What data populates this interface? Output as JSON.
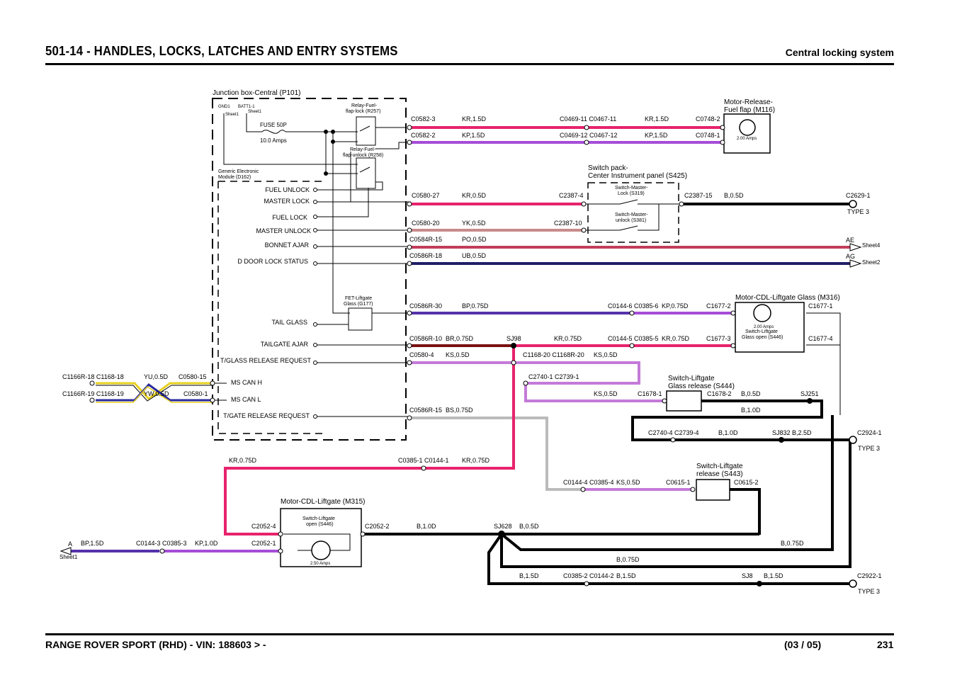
{
  "header": {
    "title": "501-14 - HANDLES, LOCKS, LATCHES AND ENTRY SYSTEMS",
    "subtitle": "Central locking system"
  },
  "footer": {
    "vehicle": "RANGE ROVER SPORT  (RHD) - VIN: 188603 > -",
    "revision": "(03 / 05)",
    "page": "231"
  },
  "colors": {
    "KR": "#e8226c",
    "KP": "#a64dd8",
    "K": "#000000",
    "YK": "#c98a8a",
    "PO": "#c23d5a",
    "UB": "#1f1f66",
    "BP": "#5533aa",
    "BR": "#7a1010",
    "KS": "#c47ad8",
    "B": "#000000",
    "BS": "#777777",
    "YU": "#e8d020",
    "YW": "#d8c040",
    "BLUE": "#2a2aa0"
  },
  "labels": {
    "junction_box": "Junction box-Central (P101)",
    "gnd1": "GND1",
    "batt": "BATT1-1",
    "sheet1a": "Sheet1",
    "sheet1b": "Sheet1",
    "fuse": "FUSE 50P",
    "fuse_amps": "10.0 Amps",
    "relay_lock_1": "Relay-Fuel-",
    "relay_lock_2": "flap-lock (R257)",
    "relay_unlock_1": "Relay-Fuel-",
    "relay_unlock_2": "flap-unlock (R258)",
    "gem_1": "Generic Electronic",
    "gem_2": "Module (D162)",
    "fuel_unlock": "FUEL UNLOCK",
    "master_lock": "MASTER LOCK",
    "fuel_lock": "FUEL LOCK",
    "master_unlock": "MASTER UNLOCK",
    "bonnet_ajar": "BONNET AJAR",
    "d_door": "D DOOR LOCK STATUS",
    "fet_1": "FET-Liftgate",
    "fet_2": "Glass (G177)",
    "tail_glass": "TAIL GLASS",
    "tailgate_ajar": "TAILGATE AJAR",
    "tglass_release": "T/GLASS RELEASE REQUEST",
    "ms_can_h": "MS CAN H",
    "ms_can_l": "MS CAN L",
    "tgate_release": "T/GATE RELEASE REQUEST",
    "motor_fuel_1": "Motor-Release-",
    "motor_fuel_2": "Fuel flap (M116)",
    "motor_fuel_amps": "2.00 Amps",
    "switch_pack_1": "Switch pack-",
    "switch_pack_2": "Center Instrument panel (S425)",
    "sw_master_lock_1": "Switch-Master-",
    "sw_master_lock_2": "Lock (S319)",
    "sw_master_unlock_1": "Switch-Master-",
    "sw_master_unlock_2": "unlock (S381)",
    "type3a": "TYPE 3",
    "type3b": "TYPE 3",
    "type3c": "TYPE 3",
    "ae": "AE",
    "ag": "AG",
    "sheet4": "Sheet4",
    "sheet2": "Sheet2",
    "motor_glass": "Motor-CDL-Liftgate Glass (M316)",
    "motor_glass_amps": "2.00 Amps",
    "sw_glass_open_1": "Switch-Liftgate",
    "sw_glass_open_2": "Glass open (S446)",
    "sw_glass_rel_1": "Switch-Liftgate",
    "sw_glass_rel_2": "Glass release (S444)",
    "sw_rel_1": "Switch-Liftgate",
    "sw_rel_2": "release (S443)",
    "motor_liftgate": "Motor-CDL-Liftgate (M315)",
    "sw_lg_open_1": "Switch-Liftgate",
    "sw_lg_open_2": "open (S446)",
    "motor_lg_amps": "2.50 Amps",
    "a": "A",
    "sheet1c": "Sheet1"
  },
  "wire_labels": {
    "c0582_3": "C0582-3",
    "kr15a": "KR,1.5D",
    "c0469_11": "C0469-11 C0467-11",
    "kr15b": "KR,1.5D",
    "c0748_2": "C0748-2",
    "c0582_2": "C0582-2",
    "kp15a": "KP,1.5D",
    "c0469_12": "C0469-12 C0467-12",
    "kp15b": "KP,1.5D",
    "c0748_1": "C0748-1",
    "c0580_27": "C0580-27",
    "kr05": "KR,0.5D",
    "c2387_4": "C2387-4",
    "c2387_15": "C2387-15",
    "b05a": "B,0.5D",
    "c2629_1": "C2629-1",
    "c0580_20": "C0580-20",
    "yk05": "YK,0.5D",
    "c2387_10": "C2387-10",
    "c0584r_15": "C0584R-15",
    "po05": "PO,0.5D",
    "c0586r_18": "C0586R-18",
    "ub05": "UB,0.5D",
    "c0586r_30": "C0586R-30",
    "bp075": "BP,0.75D",
    "c0144_6": "C0144-6 C0385-6",
    "kp075": "KP,0.75D",
    "c1677_2": "C1677-2",
    "c1677_1": "C1677-1",
    "c0586r_10": "C0586R-10",
    "br075": "BR,0.75D",
    "sj98": "SJ98",
    "kr075a": "KR,0.75D",
    "c0144_5": "C0144-5 C0385-5",
    "kr075b": "KR,0.75D",
    "c1677_3": "C1677-3",
    "c1677_4": "C1677-4",
    "c0580_4": "C0580-4",
    "ks05a": "KS,0.5D",
    "c1168_20": "C1168-20 C1168R-20",
    "ks05b": "KS,0.5D",
    "c2740_1": "C2740-1 C2739-1",
    "ks05c": "KS,0.5D",
    "c1678_1": "C1678-1",
    "c1678_2": "C1678-2",
    "b05b": "B,0.5D",
    "sj251": "SJ251",
    "b10a": "B,1.0D",
    "c2740_4": "C2740-4 C2739-4",
    "b10b": "B,1.0D",
    "sj832": "SJ832 B,2.5D",
    "c2924_1": "C2924-1",
    "c1166r_18": "C1166R-18 C1168-18",
    "yu05": "YU,0.5D",
    "c0580_15": "C0580-15",
    "c1166r_19": "C1166R-19 C1168-19",
    "yw05": "YW,0.5D",
    "c0580_1": "C0580-1",
    "c0586r_15": "C0586R-15",
    "bs075": "BS,0.75D",
    "kr075c": "KR,0.75D",
    "c0385_1": "C0385-1 C0144-1",
    "kr075d": "KR,0.75D",
    "c0144_4": "C0144-4 C0385-4",
    "ks05d": "KS,0.5D",
    "c0615_1": "C0615-1",
    "c0615_2": "C0615-2",
    "c2052_4": "C2052-4",
    "c2052_2": "C2052-2",
    "b10c": "B,1.0D",
    "sj628": "SJ628",
    "b05c": "B,0.5D",
    "bp15": "BP,1.5D",
    "c0144_3": "C0144-3 C0385-3",
    "kp10": "KP,1.0D",
    "c2052_1": "C2052-1",
    "b075a": "B,0.75D",
    "b075b": "B,0.75D",
    "b15a": "B,1.5D",
    "c0385_2": "C0385-2 C0144-2",
    "b15b": "B,1.5D",
    "sj8": "SJ8",
    "b15c": "B,1.5D",
    "c2922_1": "C2922-1"
  }
}
